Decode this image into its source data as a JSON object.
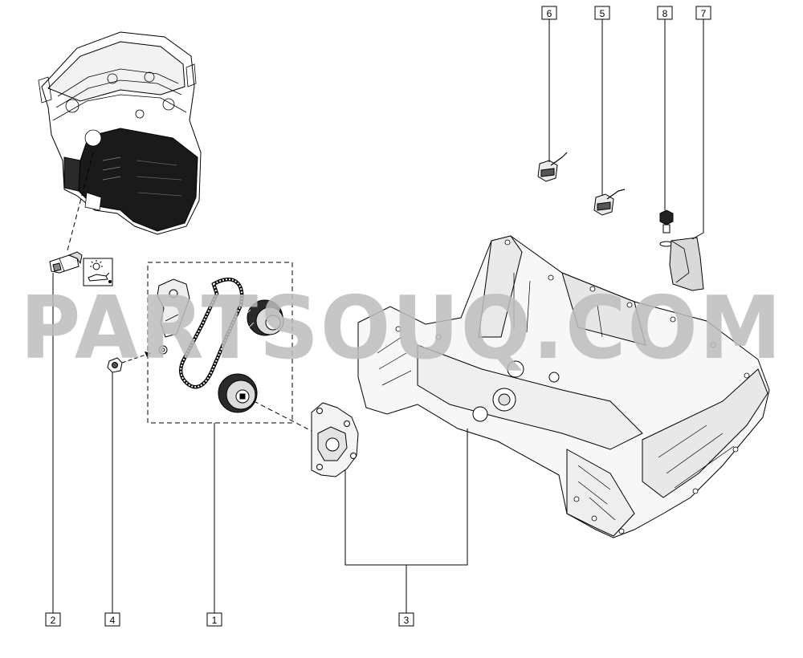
{
  "watermark": "PARTSOUQ.COM",
  "callouts": [
    {
      "id": "c1",
      "label": "1"
    },
    {
      "id": "c2",
      "label": "2"
    },
    {
      "id": "c3",
      "label": "3"
    },
    {
      "id": "c4",
      "label": "4"
    },
    {
      "id": "c5",
      "label": "5"
    },
    {
      "id": "c6",
      "label": "6"
    },
    {
      "id": "c7",
      "label": "7"
    },
    {
      "id": "c8",
      "label": "8"
    }
  ],
  "icons": {
    "oil_pressure_symbol": "oil-pressure-warning-icon"
  },
  "colors": {
    "line": "#000000",
    "watermark": "#bdbdbd"
  }
}
